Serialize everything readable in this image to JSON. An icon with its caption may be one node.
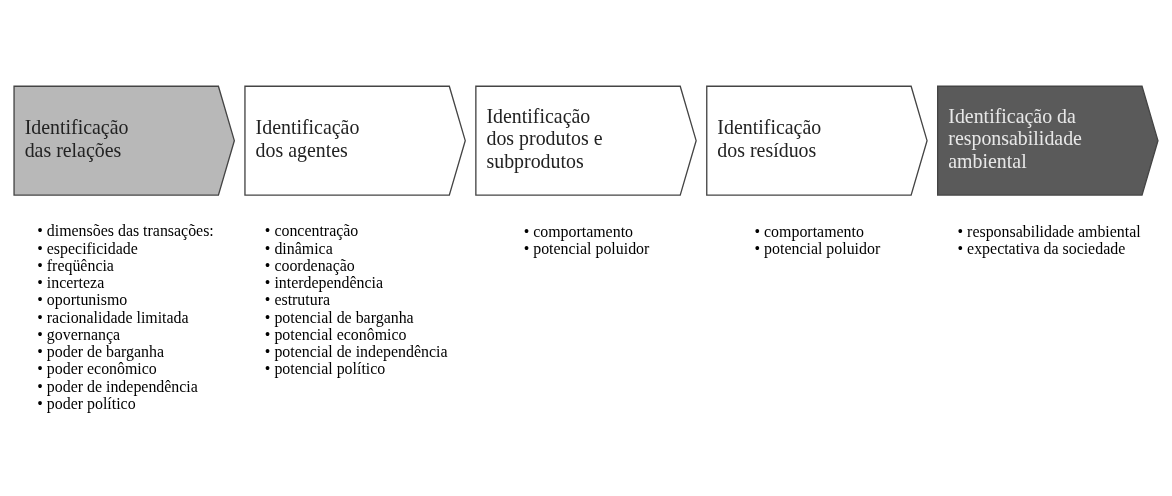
{
  "diagram": {
    "nodes": [
      {
        "text": [
          "Identificação das relações"
        ],
        "beside": [
          "• dimensões das transações:",
          "• especificidade",
          "• freqüência",
          "• incerteza",
          "• oportunismo",
          "• racionalidade limitada",
          "• governança",
          "• poder de barganha",
          "• poder econômico",
          "• poder de independência",
          "• poder político"
        ]
      },
      {
        "text": [
          "Identificação dos agentes"
        ],
        "beside": [
          "• concentração",
          "• dinâmica",
          "• coordenação",
          "• interdependência",
          "• estrutura",
          "• potencial de barganha",
          "• potencial econômico",
          "• potencial de independência",
          "• potencial político"
        ]
      },
      {
        "text": [
          "Identificação dos produtos e subprodutos"
        ],
        "beside": [
          "• comportamento",
          "• potencial poluidor"
        ]
      },
      {
        "text": [
          "Identificação dos resíduos"
        ],
        "beside": [
          "• comportamento",
          "• potencial poluidor"
        ]
      },
      {
        "text": [
          "Identificação da responsabilidade ambiental"
        ],
        "beside": [
          "• responsabilidade ambiental",
          "• expectativa da sociedade"
        ]
      }
    ]
  }
}
